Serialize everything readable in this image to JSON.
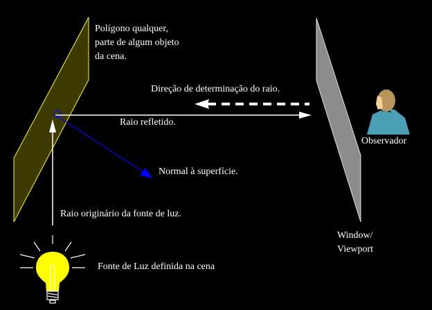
{
  "labels": {
    "polygon_line1": "Polígono qualquer,",
    "polygon_line2": "parte de algum objeto",
    "polygon_line3": "da cena.",
    "ray_direction": "Direção de determinação do raio.",
    "reflected_ray": "Raio refletido.",
    "normal": "Normal à superfície.",
    "light_ray": "Raio originário da fonte de luz.",
    "light_source": "Fonte de Luz definida na cena",
    "observer": "Observador",
    "window_line1": "Window/",
    "window_line2": "Viewport"
  },
  "colors": {
    "polygon_fill": "#3d3a00",
    "polygon_edge": "#ffff00",
    "window_fill": "#8c8c8c",
    "normal": "#0000ff",
    "bulb": "#ffff00",
    "shirt": "#4a9fb5",
    "hair": "#b8955a",
    "skin": "#f5d29a"
  }
}
